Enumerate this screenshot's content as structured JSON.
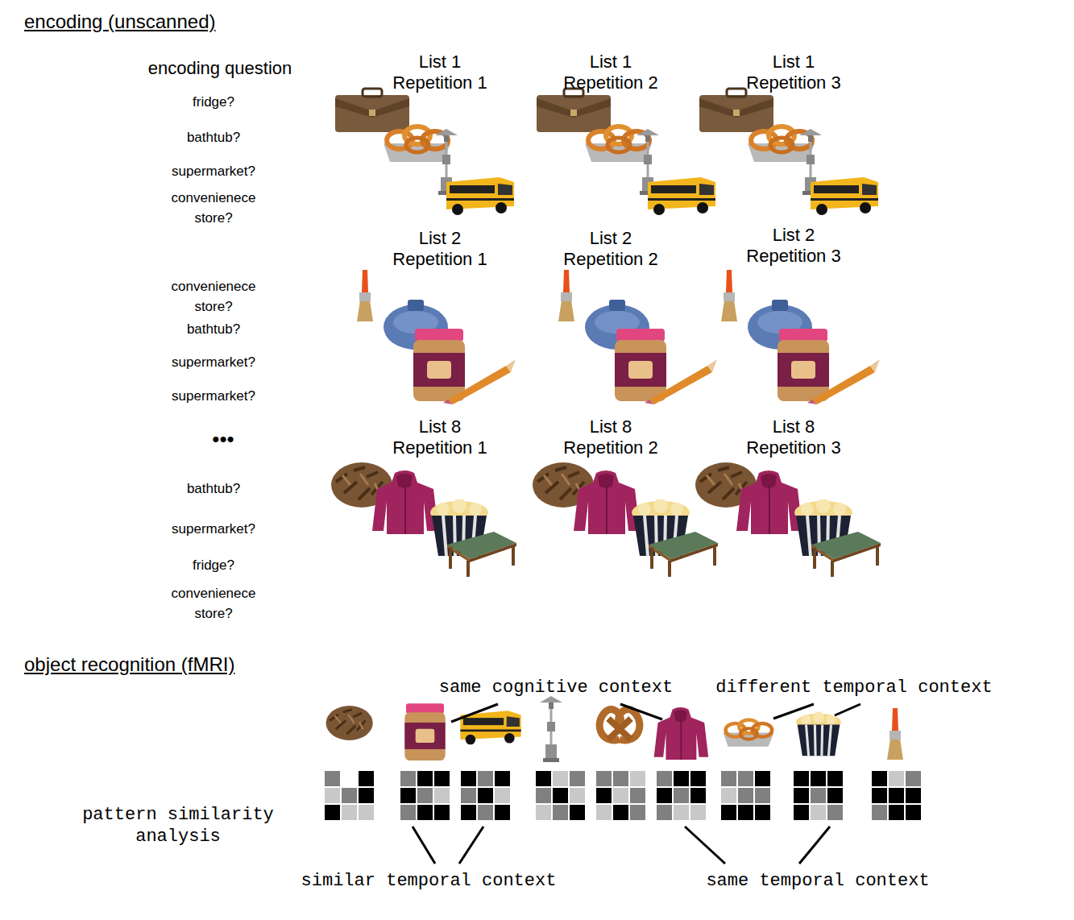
{
  "diagram": {
    "labels": [
      "encoding (unscanned)",
      "encoding question",
      "List 1 Repetition 1",
      "List 1 Repetition 2",
      "List 1 Repetition 3",
      "fridge?",
      "bathtub?",
      "supermarket?",
      "convenienece store?",
      "List 2 Repetition 1",
      "List 2 Repetition 2",
      "List 2 Repetition 3",
      "convenienece store?",
      "bathtub?",
      "supermarket?",
      "supermarket?",
      "•••",
      "List 8 Repetition 1",
      "List 8 Repetition 2",
      "List 8 Repetition 3",
      "bathtub?",
      "supermarket?",
      "fridge?",
      "convenienece store?",
      "object recognition (fMRI)",
      "same cognitive context",
      "different temporal context",
      "pattern similarity analysis",
      "similar temporal context",
      "same temporal context"
    ]
  }
}
